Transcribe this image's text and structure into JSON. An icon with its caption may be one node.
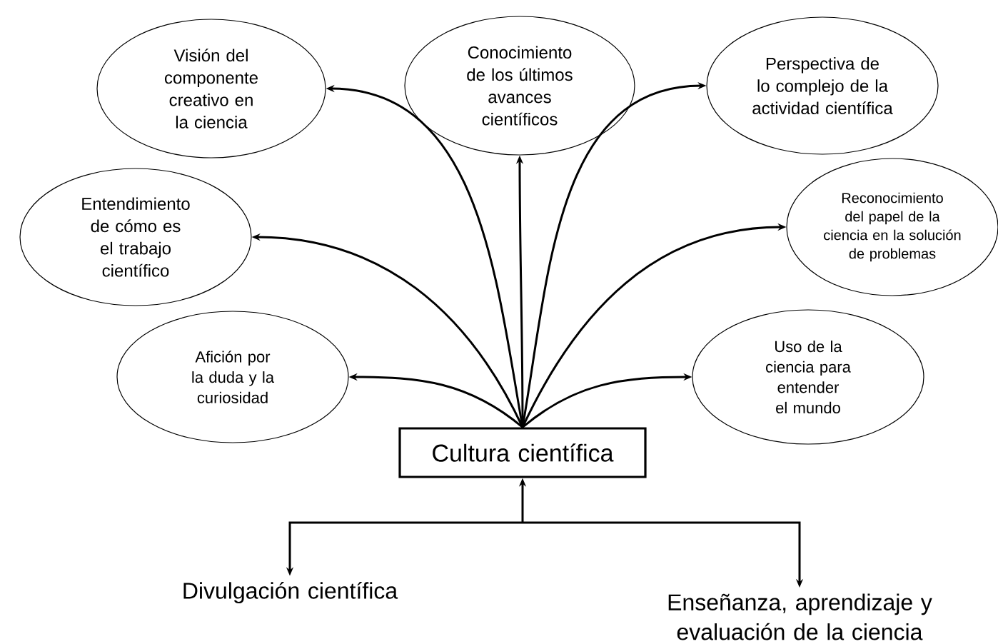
{
  "diagram": {
    "nodes": [
      {
        "text": [
          "Visión del componente creativo en la ciencia"
        ]
      },
      {
        "text": [
          "Conocimiento de los últimos avances científicos"
        ]
      },
      {
        "text": [
          "Perspectiva de lo complejo de la actividad científica"
        ]
      },
      {
        "text": [
          "Entendimiento de cómo es el trabajo científico"
        ]
      },
      {
        "text": [
          "Reconocimiento del papel de la ciencia en la solución de problemas"
        ]
      },
      {
        "text": [
          "Afición por la duda y la curiosidad"
        ]
      },
      {
        "text": [
          "Uso de la ciencia para entender el mundo"
        ]
      },
      {
        "text": [
          "Cultura científica"
        ]
      },
      {
        "text": [
          "Divulgación científica"
        ]
      },
      {
        "text": [
          "Enseñanza, aprendizaje y evaluación de la ciencia"
        ]
      }
    ],
    "edges": [
      {
        "from": 7,
        "to": 0,
        "arrow": "to"
      },
      {
        "from": 7,
        "to": 1,
        "arrow": "to"
      },
      {
        "from": 7,
        "to": 2,
        "arrow": "to"
      },
      {
        "from": 7,
        "to": 3,
        "arrow": "to"
      },
      {
        "from": 7,
        "to": 4,
        "arrow": "to"
      },
      {
        "from": 7,
        "to": 5,
        "arrow": "to"
      },
      {
        "from": 7,
        "to": 6,
        "arrow": "to"
      },
      {
        "from": 8,
        "to": 7,
        "arrow": "both"
      },
      {
        "from": 9,
        "to": 7,
        "arrow": "both"
      }
    ]
  }
}
